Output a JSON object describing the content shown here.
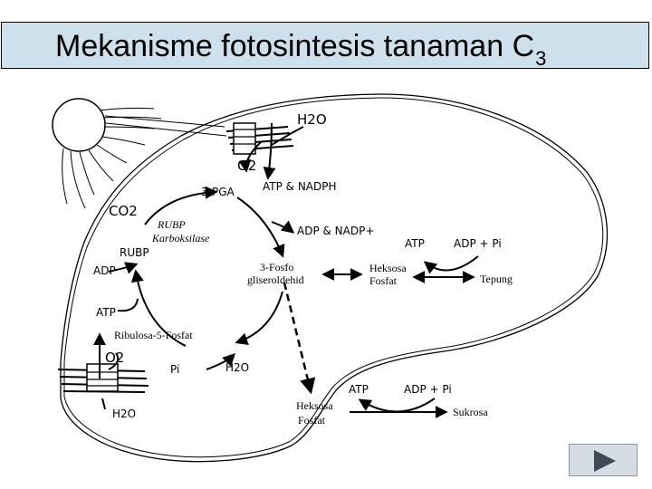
{
  "title": {
    "main": "Mekanisme fotosintesis tanaman C",
    "sub": "3"
  },
  "diagram": {
    "labels": {
      "h2o_top": "H2O",
      "o2_top": "O2",
      "atp_nadph": "ATP & NADPH",
      "pga": "3-PGA",
      "co2": "CO2",
      "rubp_karboksilase_1": "RUBP",
      "rubp_karboksilase_2": "Karboksilase",
      "rubp": "RUBP",
      "adp_left": "ADP",
      "adp_nadp": "ADP & NADP+",
      "fosfo_1": "3-Fosfo",
      "fosfo_2": "gliseroldehid",
      "heksosa_fosfat_1": "Heksosa",
      "heksosa_fosfat_2": "Fosfat",
      "atp_right": "ATP",
      "adp_pi_right": "ADP + Pi",
      "tepung": "Tepung",
      "atp_left": "ATP",
      "ribulosa": "Ribulosa-5-Fosfat",
      "o2_bottom": "O2",
      "pi": "Pi",
      "h2o_mid": "H2O",
      "h2o_bottom": "H2O",
      "heksosa_bottom_1": "Heksosa",
      "heksosa_bottom_2": "Fosfat",
      "atp_bottom": "ATP",
      "adp_pi_bottom": "ADP + Pi",
      "sukrosa": "Sukrosa"
    }
  },
  "navigation": {
    "next_icon": "play-triangle-icon"
  }
}
